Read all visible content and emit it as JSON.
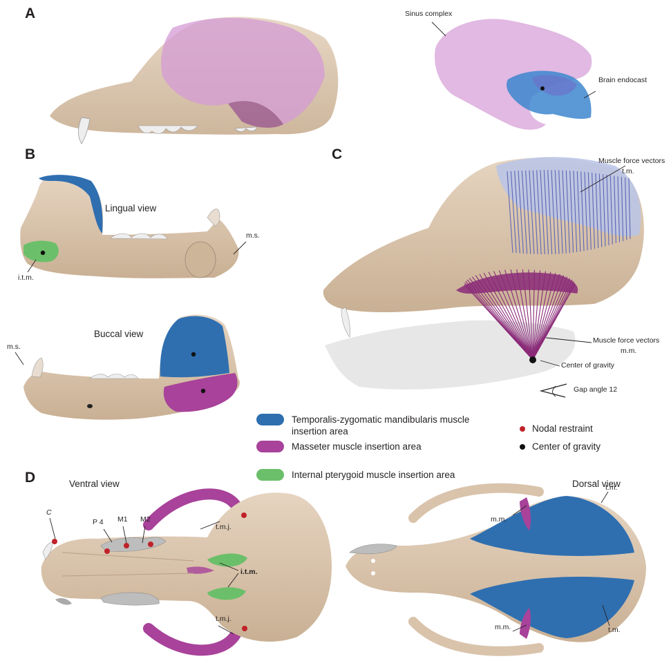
{
  "panels": {
    "a": "A",
    "b": "B",
    "c": "C",
    "d": "D"
  },
  "panel_a": {
    "sinus_label": "Sinus complex",
    "brain_label": "Brain endocast"
  },
  "panel_b": {
    "lingual_title": "Lingual view",
    "buccal_title": "Buccal view",
    "ms_label_lingual": "m.s.",
    "itm_label": "i.t.m.",
    "ms_label_buccal": "m.s."
  },
  "panel_c": {
    "tm_vectors_label": "Muscle force vectors",
    "tm_label": "t.m.",
    "mm_vectors_label": "Muscle force vectors",
    "mm_label": "m.m.",
    "cog_label": "Center of gravity",
    "gap_label": "Gap angle 12"
  },
  "legend": {
    "temporalis": "Temporalis-zygomatic mandibularis muscle insertion area",
    "masseter": "Masseter muscle insertion area",
    "pterygoid": "Internal pterygoid muscle insertion area",
    "nodal": "Nodal restraint",
    "cog": "Center of gravity"
  },
  "panel_d": {
    "ventral_title": "Ventral view",
    "dorsal_title": "Dorsal view",
    "c_label": "C",
    "p4_label": "P 4",
    "m1_label": "M1",
    "m2_label": "M2",
    "tmj_upper": "t.m.j.",
    "tmj_lower": "t.m.j.",
    "itm_label": "i.t.m.",
    "mm_upper": "m.m.",
    "mm_lower": "m.m.",
    "tm_upper": "t.m.",
    "tm_lower": "t.m."
  },
  "colors": {
    "bone": "#d9c3ab",
    "bone_dark": "#b89f86",
    "temporalis": "#2f6fb0",
    "masseter": "#a8429a",
    "pterygoid": "#6cbf6a",
    "sinus": "#d49bd6",
    "brain": "#3d86cf",
    "nodal": "#c0222a",
    "cog": "#111111",
    "tm_vectors": "#5a66b8",
    "mm_vectors": "#8a2a78"
  }
}
